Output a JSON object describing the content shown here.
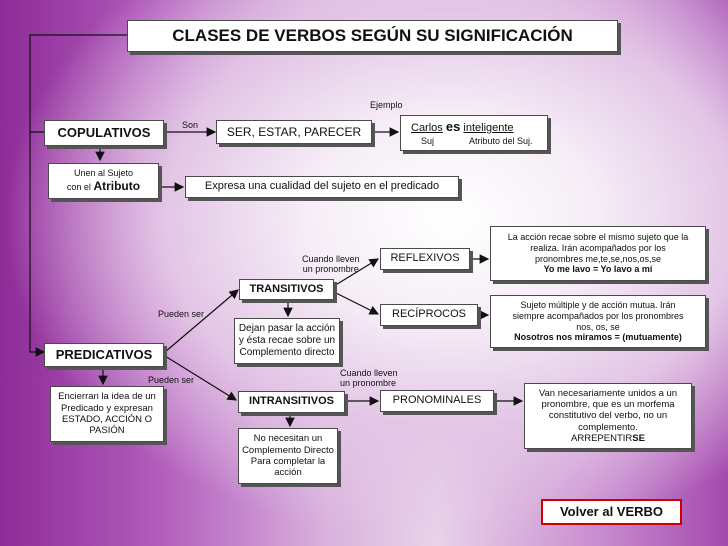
{
  "title": "CLASES DE VERBOS SEGÚN SU SIGNIFICACIÓN",
  "labels": {
    "ejemplo": "Ejemplo",
    "son": "Son",
    "cuando_lleven_1a": "Cuando lleven",
    "cuando_lleven_1b": "un pronombre",
    "pueden_ser_1": "Pueden ser",
    "pueden_ser_2": "Pueden ser",
    "cuando_lleven_2a": "Cuando lleven",
    "cuando_lleven_2b": "un pronombre"
  },
  "copulativos": "COPULATIVOS",
  "ser_estar": "SER, ESTAR, PARECER",
  "example": {
    "subject": "Carlos",
    "verb": "es",
    "attribute": "inteligente",
    "subject_label": "Suj",
    "attribute_label": "Atributo del Suj."
  },
  "unen": {
    "line1": "Unen al Sujeto",
    "line2_prefix": "con el ",
    "line2_bold": "Atributo"
  },
  "expresa": "Expresa una cualidad del sujeto en el predicado",
  "predicativos": "PREDICATIVOS",
  "transitivos": "TRANSITIVOS",
  "intransitivos": "INTRANSITIVOS",
  "reflexivos": "REFLEXIVOS",
  "reciprocos": "RECÍPROCOS",
  "pronominales": "PRONOMINALES",
  "dejan": {
    "line1": "Dejan pasar la acción",
    "line2": "y ésta recae sobre un",
    "line3": "Complemento directo"
  },
  "no_necesitan": {
    "line1": "No necesitan un",
    "line2": "Complemento Directo",
    "line3": "Para completar la",
    "line4": "acción"
  },
  "encierran": {
    "line1": "Encierran la idea de un",
    "line2": "Predicado y expresan",
    "line3": "ESTADO, ACCIÓN O",
    "line4": "PASIÓN"
  },
  "reflexivos_desc": {
    "line1": "La acción recae sobre el mismo sujeto que la",
    "line2": "realiza. Irán acompañados por los",
    "line3": "pronombres me,te,se,nos,os,se",
    "line4": "Yo me lavo = Yo lavo a mí"
  },
  "reciprocos_desc": {
    "line1": "Sujeto múltiple y de acción mutua. Irán",
    "line2": "siempre acompañados por los pronombres",
    "line3": "nos, os, se",
    "line4": "Nosotros nos miramos = (mutuamente)"
  },
  "pronominales_desc": {
    "line1": "Van necesariamente unidos a un",
    "line2": "pronombre, que es un morfema",
    "line3": "constitutivo del verbo, no un",
    "line4": "complemento.",
    "line5_prefix": "ARREPENTIR",
    "line5_bold": "SE"
  },
  "volver": "Volver al VERBO",
  "colors": {
    "bg_dark": "#8e2c98",
    "bg_light": "#f6eef7",
    "volver_border": "#cc0000"
  }
}
